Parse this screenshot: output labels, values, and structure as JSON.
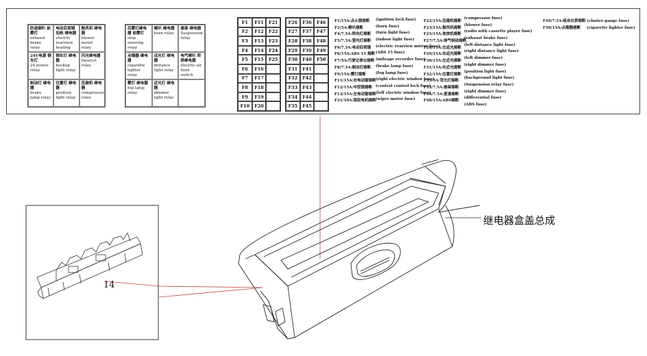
{
  "relay_box_a": [
    {
      "cn": "防盗喇叭 前雾灯",
      "en": "exhaust brake relay"
    },
    {
      "cn": "电动后视镜加热 继电器",
      "en": "electric rearview heating relay"
    },
    {
      "cn": "鼓风机 继电器",
      "en": "blower motor relay"
    },
    {
      "cn": "24V电源 倒车灯",
      "en": "24 power relay"
    },
    {
      "cn": "倒车灯 继电器",
      "en": "backup light relay"
    },
    {
      "cn": "闪光继电器",
      "en": "flasecot relay"
    },
    {
      "cn": "制动灯 继电器",
      "en": "brake lamp relay"
    },
    {
      "cn": "位置灯 继电器",
      "en": "position light relay"
    },
    {
      "cn": "压缩机 继电器",
      "en": "compressor relay"
    }
  ],
  "relay_box_b": [
    {
      "cn": "后雾灯继电器 前雾灯",
      "en": "stop steering relay"
    },
    {
      "cn": "喇叭 继电器",
      "en": "horn relay"
    },
    {
      "cn": "悬架 继电器",
      "en": "Suspension relay"
    },
    {
      "cn": "点烟器 继电器",
      "en": "cigarette lighter relay"
    },
    {
      "cn": "远光灯 继电器",
      "en": "distance light relay"
    },
    {
      "cn": "电气喇叭 转换继电器",
      "en": "electric air horn switch relay"
    },
    {
      "cn": "雾灯 继电器",
      "en": "fog lamp relay"
    },
    {
      "cn": "近光灯 继电器",
      "en": "dimmer light relay"
    },
    {
      "cn": "",
      "en": ""
    }
  ],
  "fuse_block_1": [
    "F1",
    "F11",
    "F21",
    "F2",
    "F12",
    "F22",
    "F3",
    "F13",
    "F23",
    "F4",
    "F14",
    "F24",
    "F5",
    "F15",
    "F25",
    "F6",
    "F16",
    "",
    "F7",
    "F17",
    "",
    "F8",
    "F18",
    "",
    "F9",
    "F19",
    "",
    "F10",
    "F20",
    ""
  ],
  "fuse_block_2": [
    "F26",
    "F36",
    "F46",
    "F27",
    "F37",
    "F47",
    "F28",
    "F38",
    "F48",
    "F29",
    "F39",
    "F49",
    "F30",
    "F40",
    "F50",
    "F31",
    "F41",
    "",
    "F32",
    "F42",
    "",
    "F33",
    "F43",
    "",
    "F34",
    "F44",
    "",
    "F35",
    "F45",
    ""
  ],
  "fuse_legend_col1": [
    "F1/15A:点火锁熔断",
    "F2/5A:喇叭熔断",
    "F4/7.5A:转向灯熔断",
    "F5/7.5A:室内灯熔断",
    "F6/7.5A:电动后视镜",
    "F6/15A:ABS 15 熔断",
    "F7/5A:行驶记录仪熔断",
    "F8/7.5A:制动灯熔断",
    "F9/15A:雾灯熔断",
    "F11/15A:右电动窗熔断",
    "F12/15A:中控锁熔断",
    "F13/15A:左电动窗熔断",
    "F21/10A:雨刮电机熔断"
  ],
  "fuse_legend_col2": [
    "(ignition lock fuse)",
    "(horn fuse)",
    "(turn light fuse)",
    "(indoor light fuse)",
    "(electric rearview mirror fuse)",
    "(ABS 15 fuse)",
    "(mileage recorder fuse)",
    "(brake lamp fuse)",
    "(fog lamp fuse)",
    "(right electric window fuse)",
    "(central control lock fuse)",
    "(left electric window fuse)",
    "(wiper motor fuse)"
  ],
  "fuse_legend_col3": [
    "F22/15A:压缩机熔断",
    "F23/15A:鼓风机熔断",
    "F25/15A:收放机熔断",
    "F27/7.5A:排气制动熔断",
    "F28/15A:左远光熔断",
    "F29/15A:右远光熔断",
    "F30/15A:左近光熔断",
    "F31/15A:右近光熔断",
    "F32/15A:位置灯熔断",
    "F33/5A:背光灯熔断",
    "F35/7.5A:悬架熔断",
    "F46/7.5A:差速熔断",
    "F48/15A:ABS熔断"
  ],
  "fuse_legend_col4": [
    "(compressor fuse)",
    "(blower fuse)",
    "(radio with cassette player fuse)",
    "(exhaust brake fuse)",
    "(left distance light fuse)",
    "(right distance light fuse)",
    "(left dimmer fuse)",
    "(right dimmer fuse)",
    "(position light fuse)",
    "(background light fuse)",
    "(Suspension relay fuse)",
    "(right dimmer fuse)",
    "(differential fuse)",
    "(ABS fuse)"
  ],
  "fuse_legend_col5": [
    "F49/7.5A:组合仪表熔断",
    "F50/15A:点烟器熔断"
  ],
  "fuse_legend_col6": [
    "(cluster gauge fuse)",
    "(cigarette lighter fuse)"
  ],
  "labels": {
    "relay_cover_assembly": "继电器盒盖总成",
    "part_number": "14"
  }
}
